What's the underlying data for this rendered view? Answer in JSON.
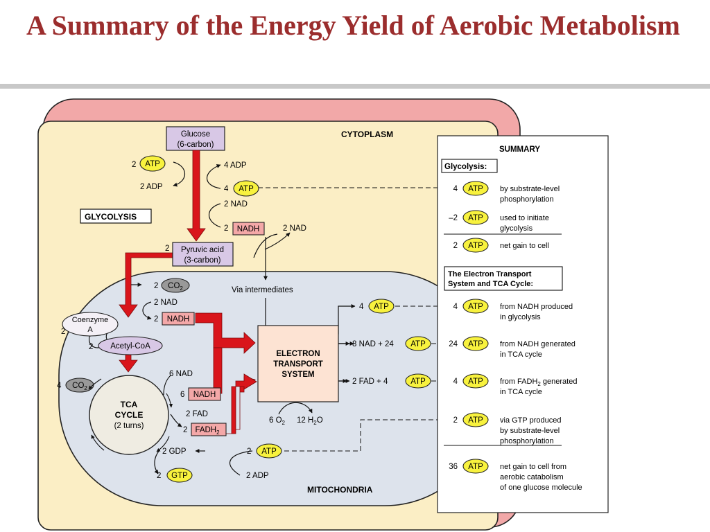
{
  "title": "A Summary of the Energy Yield of Aerobic Metabolism",
  "labels": {
    "cytoplasm": "CYTOPLASM",
    "mitochondria": "MITOCHONDRIA",
    "glycolysis": "GLYCOLYSIS",
    "glucose_1": "Glucose",
    "glucose_2": "(6-carbon)",
    "pyruvic_1": "Pyruvic acid",
    "pyruvic_2": "(3-carbon)",
    "via_intermediates": "Via intermediates",
    "coenzyme_1": "Coenzyme",
    "coenzyme_2": "A",
    "acetyl_coa": "Acetyl-CoA",
    "tca_1": "TCA",
    "tca_2": "CYCLE",
    "tca_3": "(2 turns)",
    "ets_1": "ELECTRON",
    "ets_2": "TRANSPORT",
    "ets_3": "SYSTEM",
    "atp": "ATP",
    "gtp": "GTP",
    "nadh": "NADH",
    "co2": "CO",
    "fadh": "FADH"
  },
  "glycolysis_steps": {
    "atp_in_count": "2",
    "adp_out": "2 ADP",
    "adp_in": "4 ADP",
    "atp_out_count": "4",
    "nad_in": "2 NAD",
    "nadh_count": "2",
    "nad_out": "2 NAD",
    "pyruvic_count": "2"
  },
  "mito_steps": {
    "co2_count_1": "2",
    "nad_1": "2 NAD",
    "nadh_count_1": "2",
    "coa_count": "2",
    "acetyl_count": "2",
    "co2_count_2": "4",
    "nad_2": "6 NAD",
    "nadh_count_2": "6",
    "fad": "2 FAD",
    "fadh_count": "2",
    "gdp": "2 GDP",
    "gtp_count": "2",
    "adp": "2 ADP",
    "atp_count": "2",
    "ets_atp_1_count": "4",
    "ets_out_2": "8 NAD + 24",
    "ets_out_3": "2 FAD +  4",
    "oxygen": "6 O",
    "water": "12 H",
    "water_tail": "O"
  },
  "summary": {
    "heading": "SUMMARY",
    "glycolysis_heading": "Glycolysis:",
    "ets_heading_1": "The Electron Transport",
    "ets_heading_2": "System and TCA Cycle:",
    "rows": [
      {
        "count": "4",
        "line1": "by substrate-level",
        "line2": "phosphorylation",
        "line3": ""
      },
      {
        "count": "–2",
        "line1": "used to initiate",
        "line2": "glycolysis",
        "line3": ""
      },
      {
        "count": "2",
        "line1": "net gain to cell",
        "line2": "",
        "line3": ""
      },
      {
        "count": "4",
        "line1": "from NADH produced",
        "line2": "in glycolysis",
        "line3": ""
      },
      {
        "count": "24",
        "line1": "from NADH generated",
        "line2": "in TCA cycle",
        "line3": ""
      },
      {
        "count": "4",
        "line1": "from FADH",
        "line2": "in TCA cycle",
        "line3": ""
      },
      {
        "count": "2",
        "line1": "via GTP produced",
        "line2": "by substrate-level",
        "line3": "phosphorylation"
      },
      {
        "count": "36",
        "line1": "net gain to cell from",
        "line2": "aerobic catabolism",
        "line3": "of one glucose molecule"
      }
    ],
    "fadh_suffix": " generated"
  },
  "subscripts": {
    "two": "2"
  },
  "colors": {
    "title": "#9b2d2d",
    "cell_outer": "#f2a8a8",
    "cytoplasm": "#fbeec5",
    "mitochondrion": "#dde3ec",
    "arrow": "#d9151b",
    "atp_fill": "#f8f23e",
    "nadh_fill": "#f4a8a8",
    "box_fill": "#d8c8e6"
  }
}
